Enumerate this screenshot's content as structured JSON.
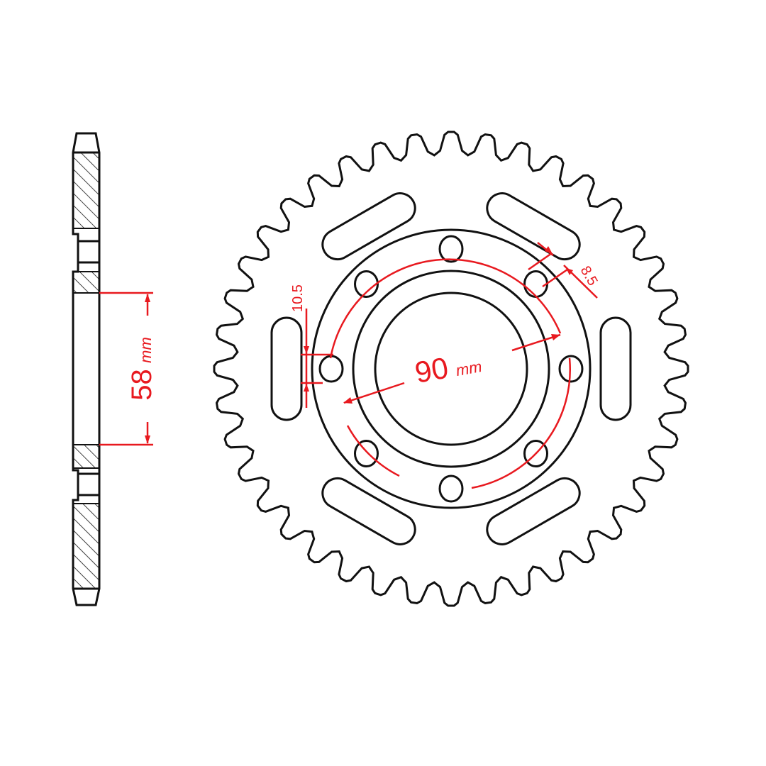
{
  "drawing": {
    "tooth_count": 40,
    "slot_count": 6,
    "bolt_hole_count": 8,
    "line_color": "#111111",
    "dimension_color": "#e8191f"
  },
  "dimensions": {
    "hub_bore": {
      "value": "58",
      "unit": "mm"
    },
    "bolt_circle": {
      "value": "90",
      "unit": "mm"
    },
    "bolt_hole_spacing": {
      "value": "10.5"
    },
    "bolt_hole_diameter": {
      "value": "8.5"
    }
  }
}
